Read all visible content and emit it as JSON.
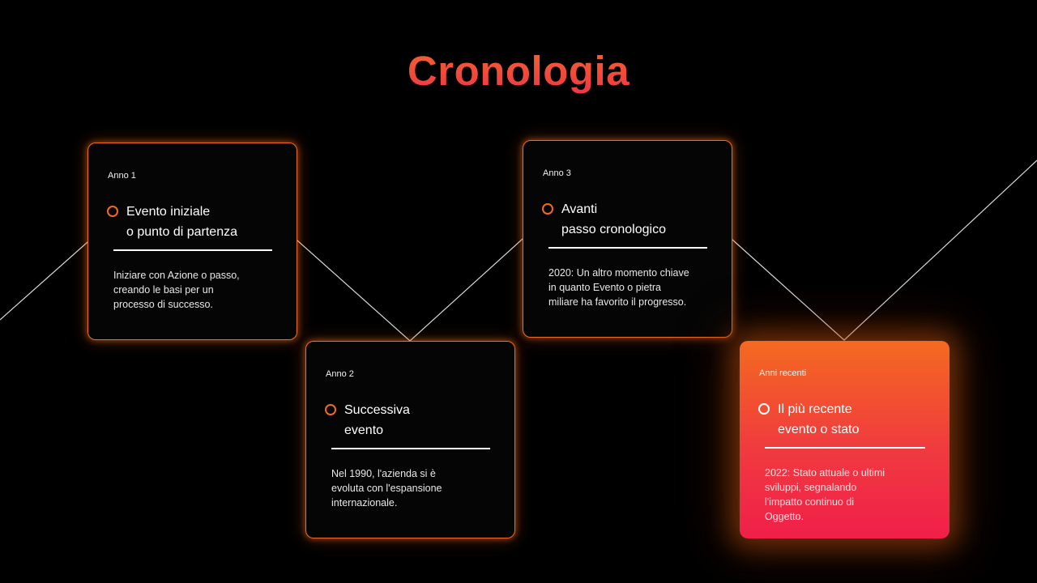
{
  "title": "Cronologia",
  "colors": {
    "accent_orange": "#f26a1b",
    "gradient_top": "#f46a20",
    "gradient_bottom": "#f01f4a",
    "background": "#000000",
    "line": "#d8d8d8"
  },
  "cards": [
    {
      "year": "Anno 1",
      "heading": "Evento iniziale\no punto di partenza",
      "description": "Iniziare con Azione o passo,\ncreando le basi per un\nprocesso di successo."
    },
    {
      "year": "Anno 2",
      "heading": "Successiva\nevento",
      "description": "Nel 1990, l'azienda si è\nevoluta con l'espansione\ninternazionale."
    },
    {
      "year": "Anno 3",
      "heading": "Avanti\npasso cronologico",
      "description": "2020: Un altro momento chiave\nin quanto Evento o pietra\nmiliare ha favorito il progresso."
    },
    {
      "year": "Anni recenti",
      "heading": "Il più recente\nevento o stato",
      "description": "2022: Stato attuale o ultimi\nsviluppi, segnalando\nl'impatto continuo di\nOggetto."
    }
  ]
}
